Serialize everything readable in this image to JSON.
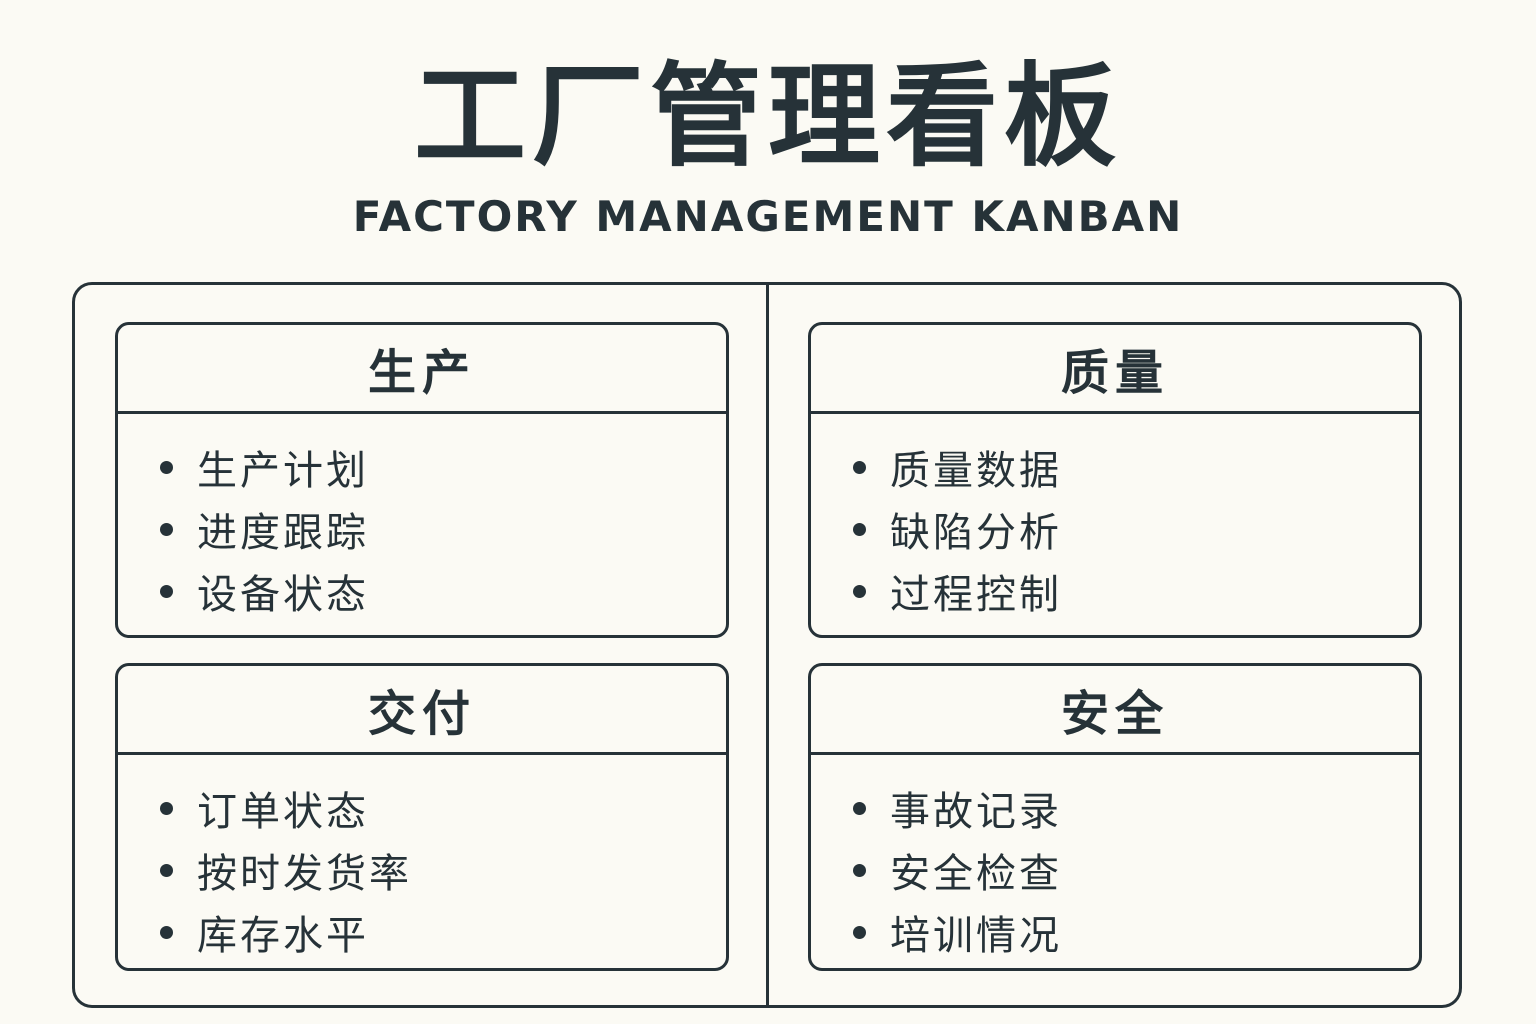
{
  "title": "工厂管理看板",
  "subtitle": "FACTORY MANAGEMENT KANBAN",
  "sections": [
    {
      "title": "生产",
      "items": [
        "生产计划",
        "进度跟踪",
        "设备状态"
      ]
    },
    {
      "title": "质量",
      "items": [
        "质量数据",
        "缺陷分析",
        "过程控制"
      ]
    },
    {
      "title": "交付",
      "items": [
        "订单状态",
        "按时发货率",
        "库存水平"
      ]
    },
    {
      "title": "安全",
      "items": [
        "事故记录",
        "安全检查",
        "培训情况"
      ]
    }
  ]
}
